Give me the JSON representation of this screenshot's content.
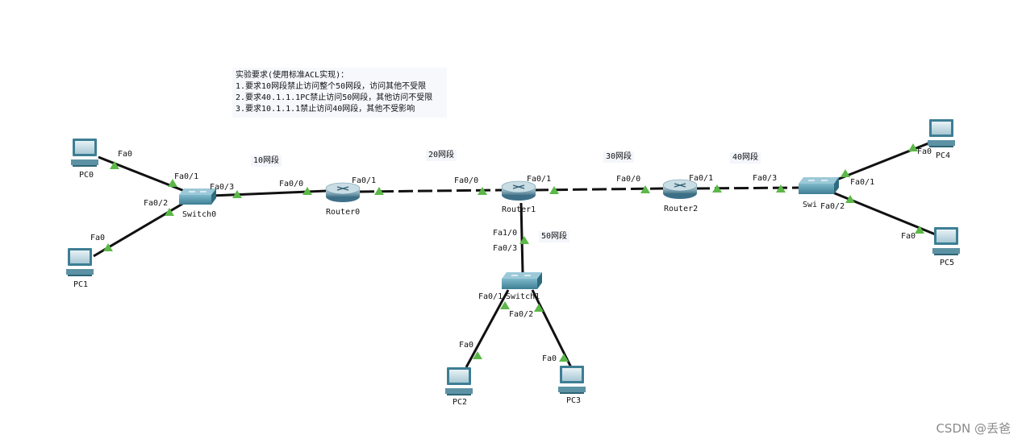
{
  "note": {
    "title": "实验要求(使用标准ACL实现)：",
    "lines": [
      "1.要求10网段禁止访问整个50网段，访问其他不受限",
      "2.要求40.1.1.1PC禁止访问50网段，其他访问不受限",
      "3.要求10.1.1.1禁止访问40网段，其他不受影响"
    ]
  },
  "segments": {
    "s10": "10网段",
    "s20": "20网段",
    "s30": "30网段",
    "s40": "40网段",
    "s50": "50网段"
  },
  "devices": {
    "pc0": "PC0",
    "pc1": "PC1",
    "pc2": "PC2",
    "pc3": "PC3",
    "pc4": "PC4",
    "pc5": "PC5",
    "switch0": "Switch0",
    "switch1": "Switch1",
    "switch2": "Swi",
    "router0": "Router0",
    "router1": "Router1",
    "router2": "Router2"
  },
  "ports": {
    "pc0_fa0": "Fa0",
    "sw0_fa01": "Fa0/1",
    "sw0_fa02": "Fa0/2",
    "sw0_fa03": "Fa0/3",
    "pc1_fa0": "Fa0",
    "r0_fa00": "Fa0/0",
    "r0_fa01": "Fa0/1",
    "r1_fa00": "Fa0/0",
    "r1_fa01": "Fa0/1",
    "r1_fa10": "Fa1/0",
    "sw1_fa03": "Fa0/3",
    "sw1_fa01": "Fa0/1",
    "sw1_fa02": "Fa0/2",
    "pc2_fa0": "Fa0",
    "pc3_fa0": "Fa0",
    "r2_fa00": "Fa0/0",
    "r2_fa01": "Fa0/1",
    "sw2_fa03": "Fa0/3",
    "sw2_fa01": "Fa0/1",
    "sw2_fa02": "Fa0/2",
    "pc4_fa0": "Fa0",
    "pc5_fa0": "Fa0"
  },
  "watermark": "CSDN @丢爸",
  "colors": {
    "link": "#111111",
    "port_indicator": "#5cb848",
    "device": "#4a8fa6",
    "note_bg": "#f6f8fc"
  }
}
